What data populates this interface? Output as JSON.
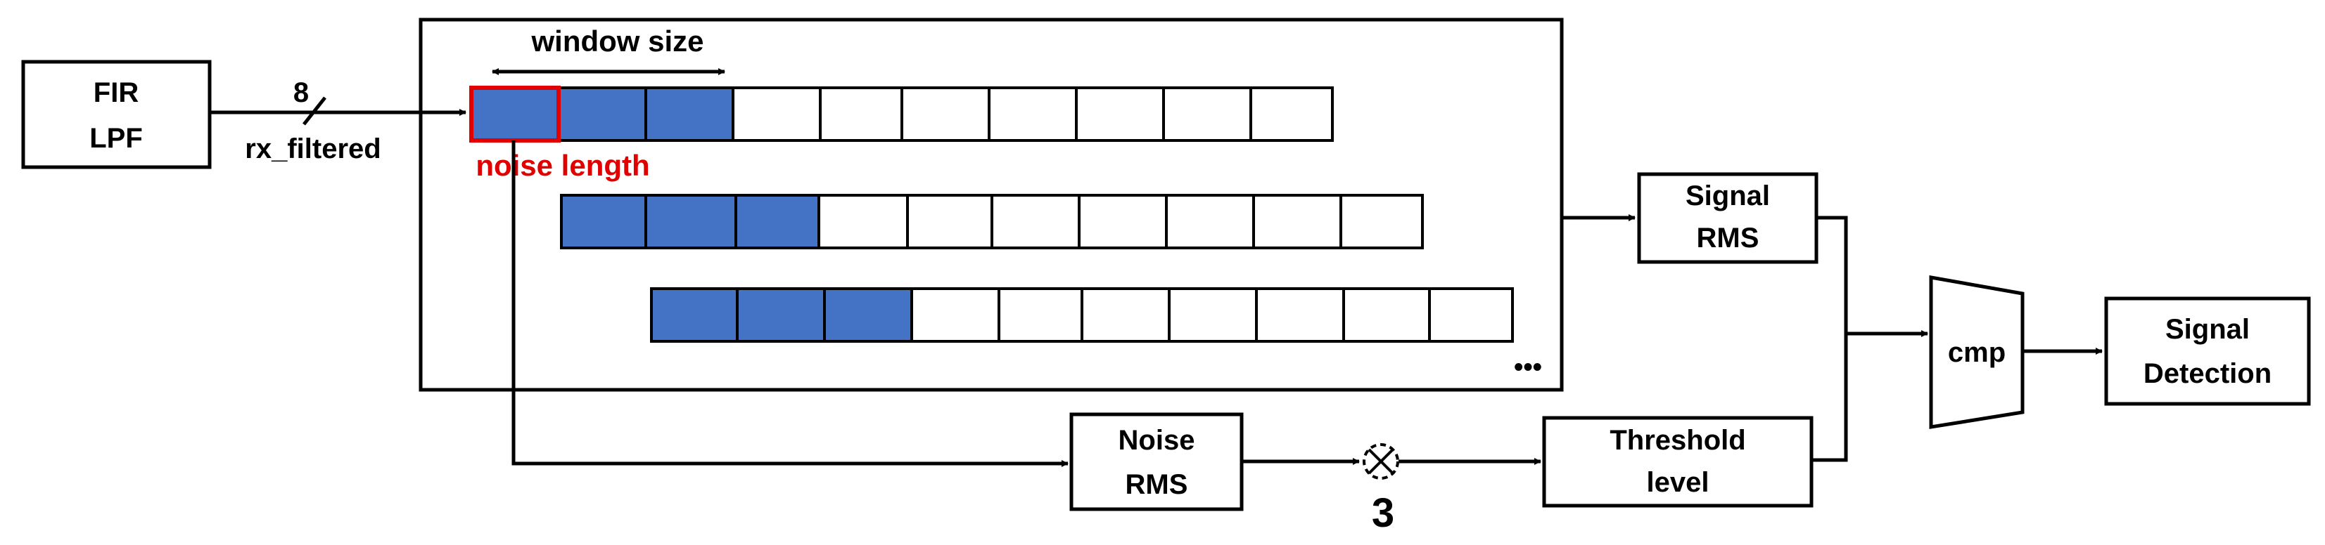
{
  "blocks": {
    "fir": {
      "line1": "FIR",
      "line2": "LPF"
    },
    "signal_rms": {
      "line1": "Signal",
      "line2": "RMS"
    },
    "noise_rms": {
      "line1": "Noise",
      "line2": "RMS"
    },
    "threshold": {
      "line1": "Threshold",
      "line2": "level"
    },
    "cmp": {
      "label": "cmp"
    },
    "signal_detection": {
      "line1": "Signal",
      "line2": "Detection"
    }
  },
  "bus": {
    "width": "8",
    "name": "rx_filtered"
  },
  "window_size_label": "window size",
  "noise_length_label": "noise length",
  "multiplier_value": "3",
  "ellipsis": "•••",
  "colors": {
    "filled": "#4472c4",
    "highlight": "#e00000",
    "stroke": "#000000"
  },
  "rows": [
    {
      "total_cells": 10,
      "filled_cells": 3
    },
    {
      "total_cells": 10,
      "filled_cells": 3
    },
    {
      "total_cells": 10,
      "filled_cells": 3
    }
  ]
}
